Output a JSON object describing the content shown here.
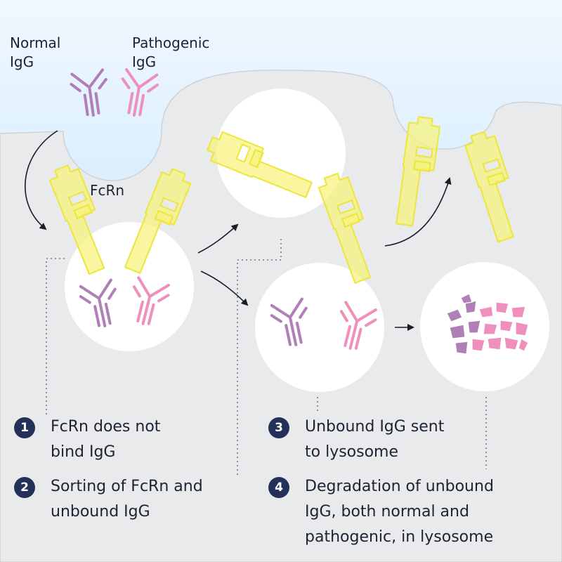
{
  "labels": {
    "normal_igg": "Normal\nIgG",
    "pathogenic_igg": "Pathogenic\nIgG",
    "fcrn": "FcRn"
  },
  "steps": [
    {
      "number": "1",
      "text": "FcRn does not\nbind IgG"
    },
    {
      "number": "2",
      "text": "Sorting of FcRn and\nunbound IgG"
    },
    {
      "number": "3",
      "text": "Unbound IgG sent\nto lysosome"
    },
    {
      "number": "4",
      "text": "Degradation of unbound\nIgG, both normal and\npathogenic, in lysosome"
    }
  ],
  "colors": {
    "cell": "#e9eaec",
    "extracellular": "#dcefff",
    "fcrn": "#f6f27a",
    "normal_igg": "#b07fb8",
    "pathogenic_igg": "#ef8fbb",
    "step_badge": "#22305a"
  },
  "icons": [
    "igg-antibody-icon",
    "fcrn-receptor-icon",
    "arrow-icon",
    "degraded-fragments-icon"
  ]
}
